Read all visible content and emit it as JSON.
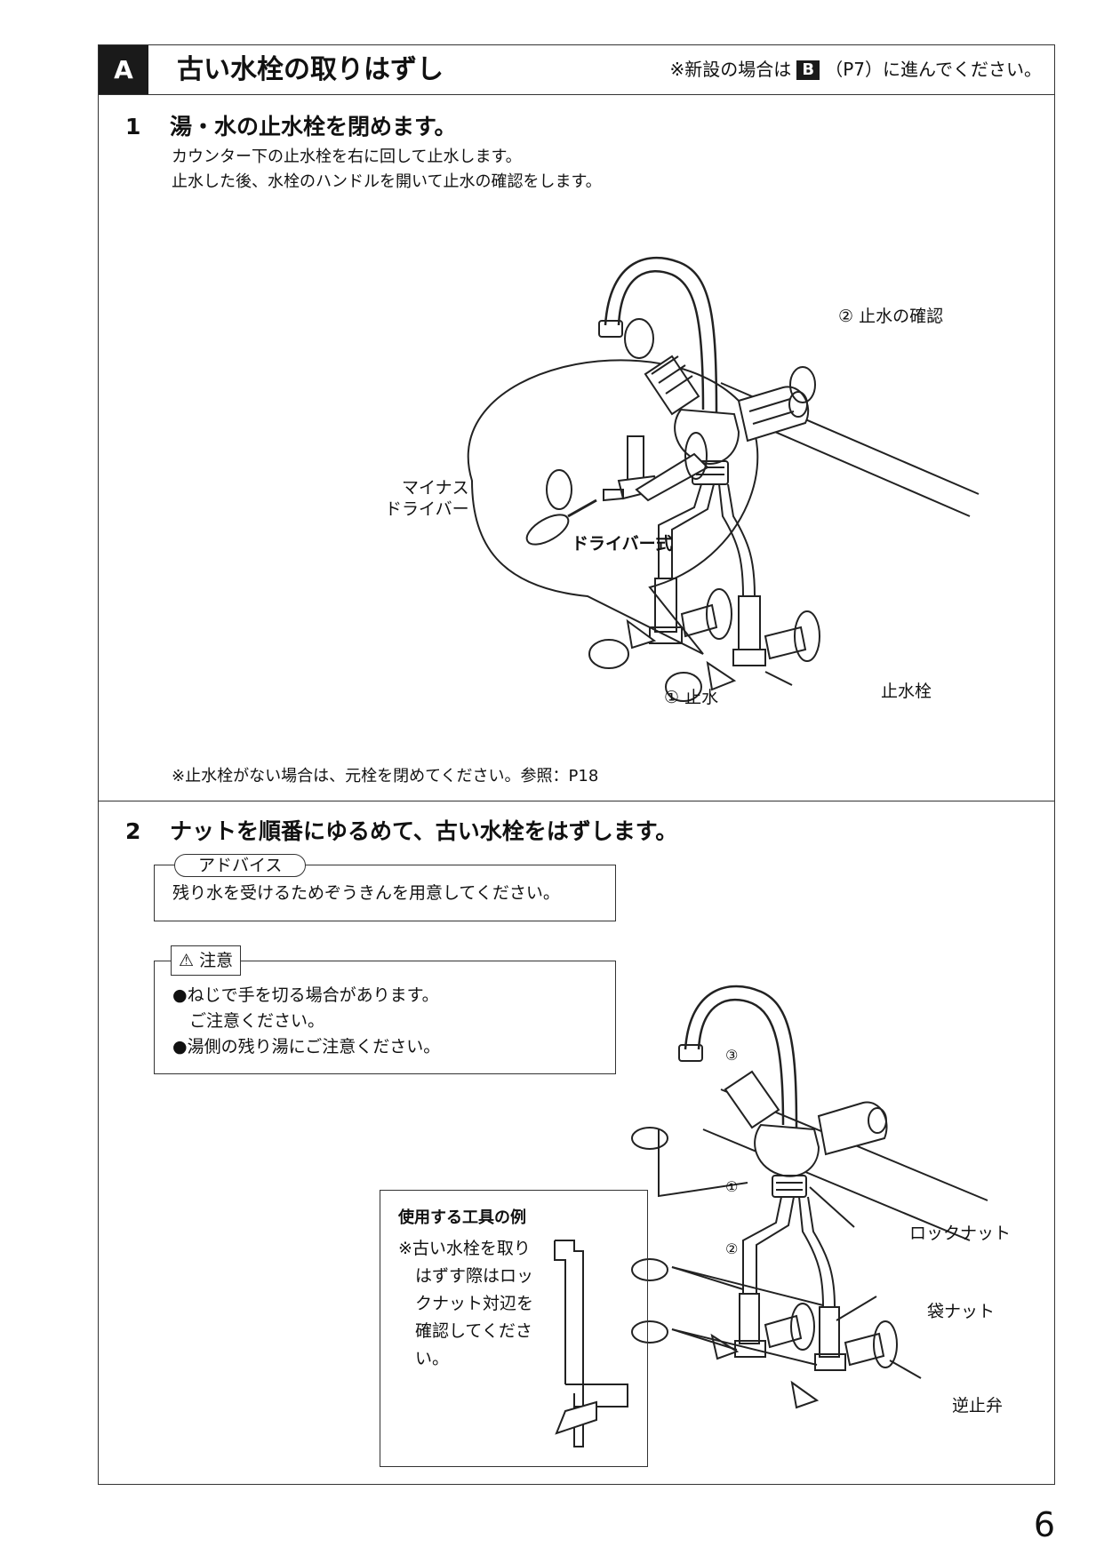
{
  "section": {
    "letter": "A",
    "title": "古い水栓の取りはずし",
    "note_prefix": "※新設の場合は",
    "note_badge": "B",
    "note_suffix": "（P7）に進んでください。"
  },
  "step1": {
    "number": "1",
    "title": "湯・水の止水栓を閉めます。",
    "lines": [
      "カウンター下の止水栓を右に回して止水します。",
      "止水した後、水栓のハンドルを開いて止水の確認をします。"
    ],
    "label_check": "② 止水の確認",
    "label_driver_tool": "マイナス\nドライバー",
    "label_driver_type": "ドライバー式",
    "label_stop": "① 止水",
    "label_valve": "止水栓",
    "note": "※止水栓がない場合は、元栓を閉めてください。参照：P18"
  },
  "step2": {
    "number": "2",
    "title": "ナットを順番にゆるめて、古い水栓をはずします。",
    "advice_tag": "アドバイス",
    "advice_text": "残り水を受けるためぞうきんを用意してください。",
    "caution_tag": "注意",
    "caution_lines": [
      "●ねじで手を切る場合があります。",
      "　ご注意ください。",
      "●湯側の残り湯にご注意ください。"
    ],
    "tool_title": "使用する工具の例",
    "tool_note": "※古い水栓を取り\n　はずす際はロッ\n　クナット対辺を\n　確認してくださ\n　い。",
    "label_locknut": "ロックナット",
    "label_bagnut": "袋ナット",
    "label_checkvalve": "逆止弁",
    "order_1": "①",
    "order_2": "②",
    "order_3": "③"
  },
  "page_number": "6"
}
